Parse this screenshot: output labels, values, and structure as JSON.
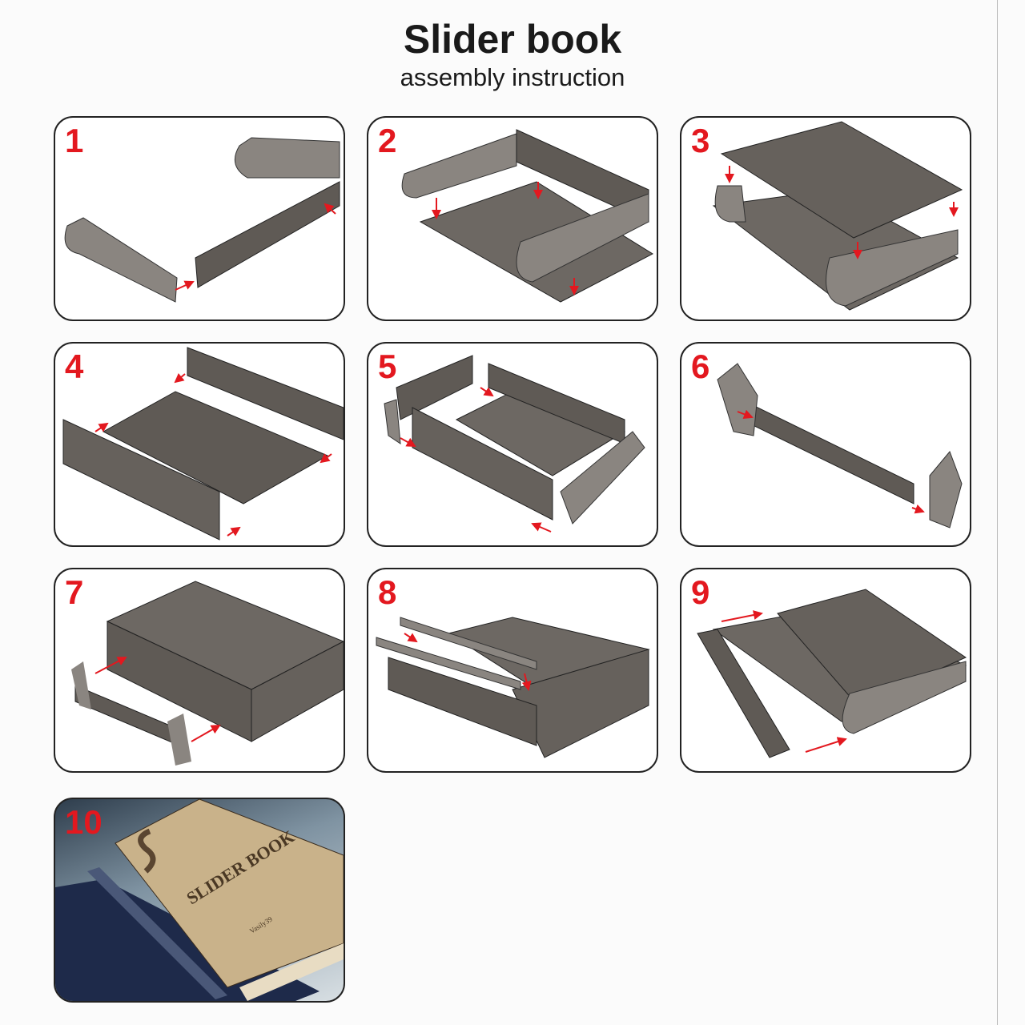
{
  "header": {
    "title": "Slider book",
    "subtitle": "assembly instruction"
  },
  "steps": [
    {
      "number": "1"
    },
    {
      "number": "2"
    },
    {
      "number": "3"
    },
    {
      "number": "4"
    },
    {
      "number": "5"
    },
    {
      "number": "6"
    },
    {
      "number": "7"
    },
    {
      "number": "8"
    },
    {
      "number": "9"
    },
    {
      "number": "10"
    }
  ],
  "photo": {
    "cover_title": "SLIDER BOOK",
    "cover_author": "Vasily39"
  },
  "colors": {
    "accent": "#e3181f",
    "panel_wood": "#5f5a55",
    "border": "#222222"
  }
}
